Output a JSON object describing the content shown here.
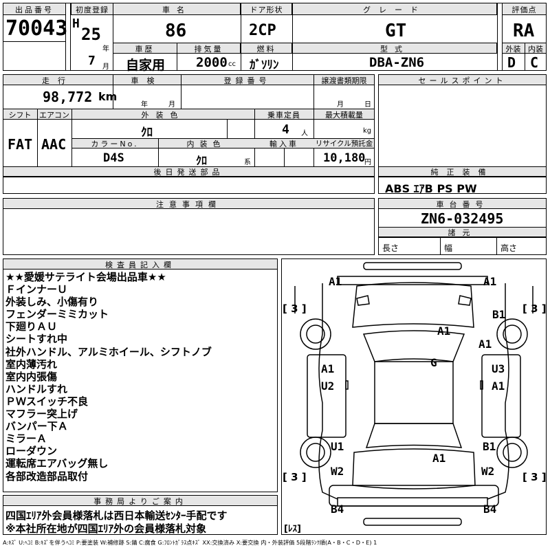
{
  "header": {
    "lot_label": "出品番号",
    "lot_no": "70043",
    "reg_label": "初度登録",
    "era": "H",
    "year": "25",
    "year_unit": "年",
    "month": "7",
    "month_unit": "月",
    "name_label": "車名",
    "name": "86",
    "history_label": "車歴",
    "history": "自家用",
    "disp_label": "排気量",
    "displacement": "2000",
    "disp_unit": "cc",
    "door_label": "ドア形状",
    "door": "2CP",
    "fuel_label": "燃料",
    "fuel": "ｶﾞｿﾘﾝ",
    "grade_label": "グレード",
    "grade": "GT",
    "model_label": "型式",
    "model": "DBA-ZN6",
    "score_label": "評価点",
    "score": "RA",
    "ext_label": "外装",
    "ext": "D",
    "int_label": "内装",
    "int": "C"
  },
  "details": {
    "mileage_label": "走行",
    "mileage": "98,772",
    "mileage_unit": "km",
    "inspection_label": "車検",
    "insp_year_unit": "年",
    "insp_month_unit": "月",
    "regno_label": "登録番号",
    "transfer_label": "譲渡書類期限",
    "transfer_month_unit": "月",
    "transfer_day_unit": "日",
    "shift_label": "シフト",
    "shift": "FAT",
    "ac_label": "エアコン",
    "ac": "AAC",
    "color_label": "外装色",
    "color": "ｸﾛ",
    "capacity_label": "乗車定員",
    "capacity": "4",
    "capacity_unit": "人",
    "load_label": "最大積載量",
    "load_unit": "kg",
    "colorno_label": "カラーNo.",
    "colorno": "D4S",
    "intcolor_label": "内装色",
    "intcolor": "ｸﾛ",
    "intcolor_unit": "系",
    "import_label": "輸入車",
    "recycle_label": "リサイクル預託金",
    "recycle": "10,180",
    "recycle_unit": "円",
    "later_label": "後日発送部品",
    "caution_label": "注意事項欄"
  },
  "side": {
    "sales_label": "セールスポイント",
    "equip_label": "純正装備",
    "equip": "ABS ｴｱB PS PW",
    "chassis_label": "車台番号",
    "chassis": "ZN6-032495",
    "spec_label": "諸元",
    "len": "長さ",
    "wid": "幅",
    "hei": "高さ"
  },
  "inspector": {
    "label": "検査員記入欄",
    "lines": [
      "★★愛媛サテライト会場出品車★★",
      "ＦインナーＵ",
      "外装しみ、小傷有り",
      "フェンダーミミカット",
      "下廻りＡＵ",
      "シートすれ中",
      "社外ハンドル、アルミホイール、シフトノブ",
      "室内薄汚れ",
      "室内内張傷",
      "ハンドルすれ",
      "ＰＷスイッチ不良",
      "マフラー突上げ",
      "バンパー下Ａ",
      "ミラーＡ",
      "ローダウン",
      "運転席エアバッグ無し",
      "各部改造部品取付"
    ]
  },
  "office": {
    "label": "事務局よりご案内",
    "line1": "四国ｴﾘｱ外会員様落札は西日本輸送ｾﾝﾀｰ手配です",
    "line2": "※本社所在地が四国ｴﾘｱ外の会員様落札対象"
  },
  "diagram": {
    "marks": [
      "A1",
      "A1",
      "B1",
      "A1",
      "A1",
      "G",
      "A1",
      "U3",
      "U2",
      "A1",
      "U1",
      "B1",
      "A1",
      "W2",
      "W2",
      "B4",
      "B4"
    ],
    "tires": [
      "[ 3 ]",
      "[ 3 ]",
      "[ 3 ]",
      "[ 3 ]"
    ],
    "spare": "[ﾚｽ]"
  },
  "legend": "A:ｷｽﾞ U:ﾍｺﾐ B:ｷｽﾞを伴うﾍｺﾐ P:要塗装 W:補修跡 S:錆 C:腐食 G:ﾌﾛﾝﾄｶﾞﾗｽ点ｷｽﾞ XX:交換済み X:要交換 内・外装評価 5段階ﾗﾝｸ順(A・B・C・D・E) 1"
}
